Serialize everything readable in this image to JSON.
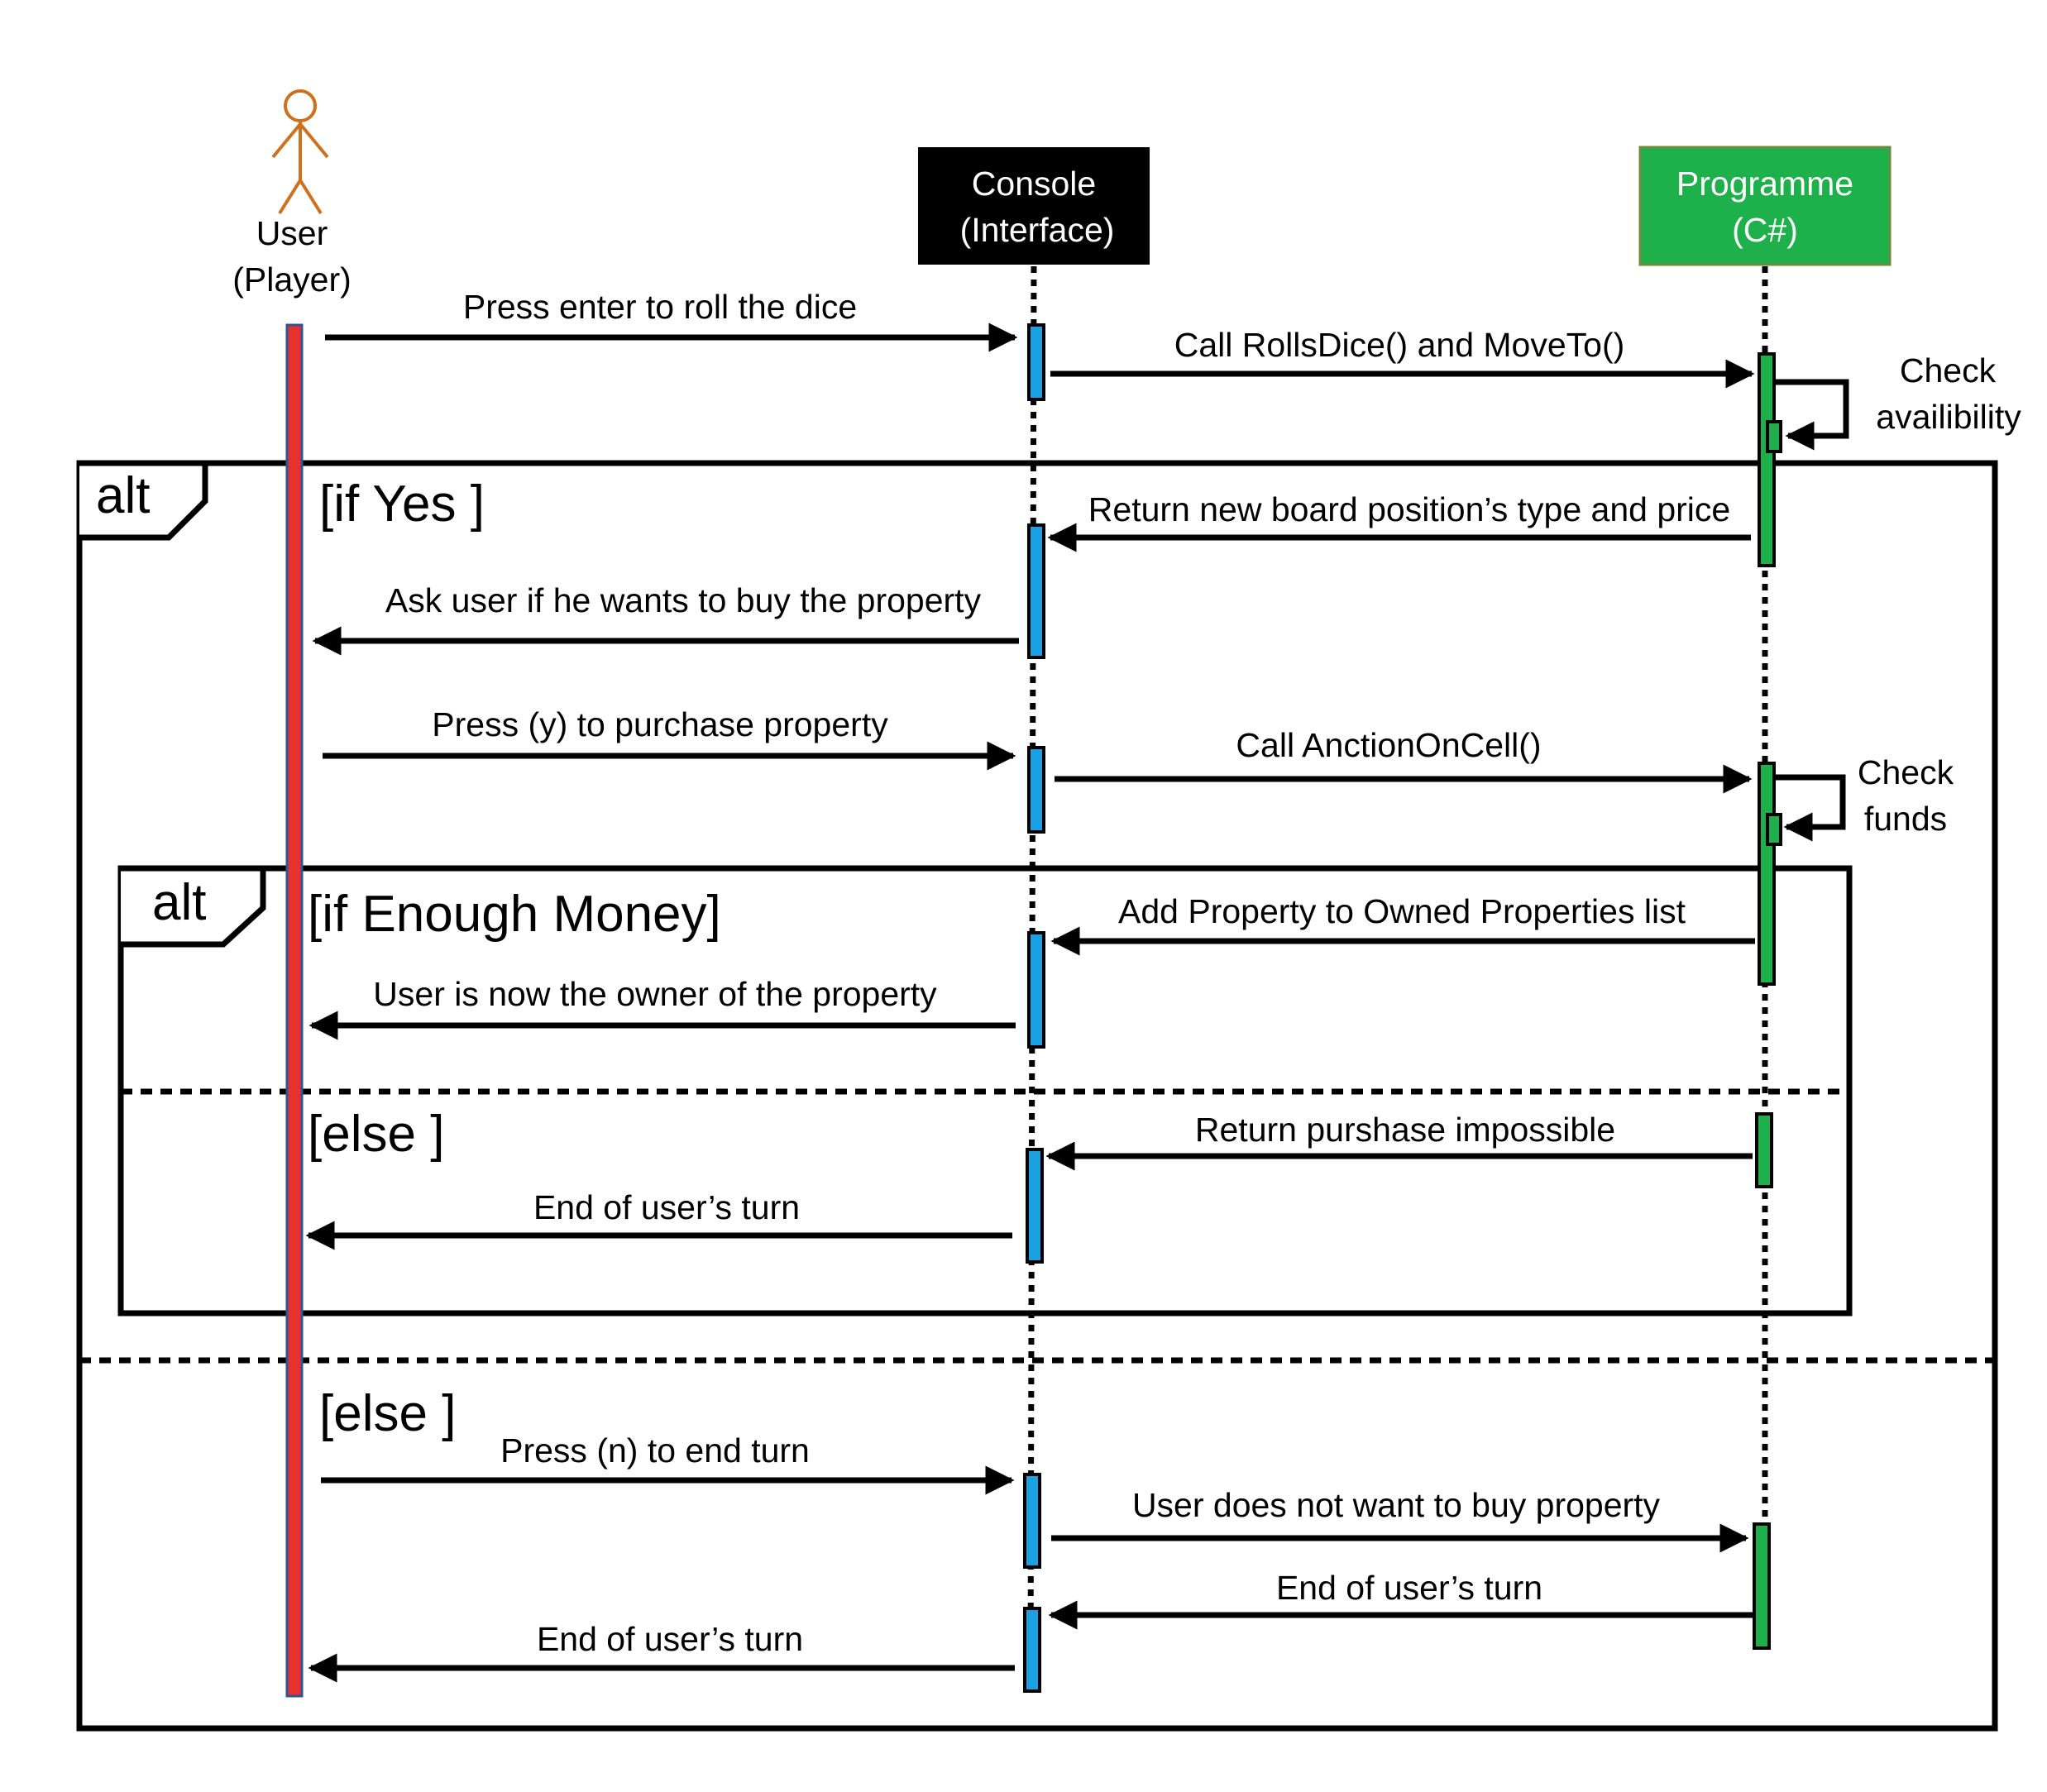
{
  "participants": {
    "user": {
      "name": "User",
      "role": "(Player)"
    },
    "console": {
      "name": "Console",
      "role": "(Interface)"
    },
    "programme": {
      "name": "Programme",
      "role": "(C#)"
    }
  },
  "colors": {
    "user_lifeline": "#e8312f",
    "user_lifeline_border": "#2f5597",
    "console_activation": "#1ba1e2",
    "programme_header": "#1eb04b",
    "programme_activation": "#1eb04b",
    "console_header": "#000000",
    "actor": "#d1701c"
  },
  "icons": {
    "actor": "stick-figure-icon"
  },
  "fragments": {
    "outer": {
      "operator": "alt",
      "guard_if": "[if Yes ]",
      "guard_else": "[else ]"
    },
    "inner": {
      "operator": "alt",
      "guard_if": "[if  Enough Money]",
      "guard_else": "[else ]"
    }
  },
  "self_notes": {
    "check_availability": [
      "Check",
      "availibility"
    ],
    "check_funds": [
      "Check",
      "funds"
    ]
  },
  "messages": [
    {
      "text": "Press enter to roll the dice",
      "from": "User",
      "to": "Console"
    },
    {
      "text": "Call RollsDice() and MoveTo()",
      "from": "Console",
      "to": "Programme"
    },
    {
      "text": "Return new board position’s  type and price",
      "from": "Programme",
      "to": "Console"
    },
    {
      "text": "Ask user if he wants to buy the property",
      "from": "Console",
      "to": "User"
    },
    {
      "text": "Press (y) to purchase property",
      "from": "User",
      "to": "Console"
    },
    {
      "text": "Call AnctionOnCell()",
      "from": "Console",
      "to": "Programme"
    },
    {
      "text": "Add Property to Owned Properties list",
      "from": "Programme",
      "to": "Console"
    },
    {
      "text": "User is now the owner of the property",
      "from": "Console",
      "to": "User"
    },
    {
      "text": "Return purshase impossible",
      "from": "Programme",
      "to": "Console"
    },
    {
      "text": "End of user’s turn",
      "from": "Console",
      "to": "User"
    },
    {
      "text": "Press (n) to end turn",
      "from": "User",
      "to": "Console"
    },
    {
      "text": "User does not want to buy property",
      "from": "Console",
      "to": "Programme"
    },
    {
      "text": "End of user’s turn",
      "from": "Programme",
      "to": "Console"
    },
    {
      "text": "End of user’s turn",
      "from": "Console",
      "to": "User"
    }
  ]
}
